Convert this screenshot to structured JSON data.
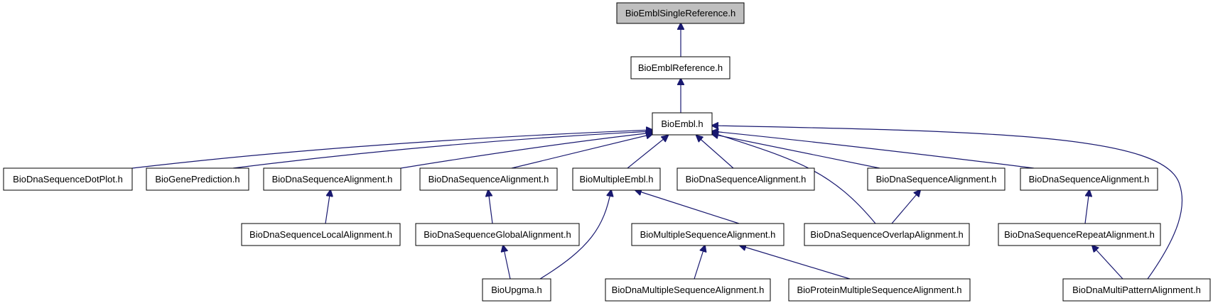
{
  "colors": {
    "edge": "#191970",
    "node_border": "#000000",
    "root_fill": "#bfbfbf",
    "node_fill": "#ffffff"
  },
  "nodes": {
    "root": {
      "label": "BioEmblSingleReference.h"
    },
    "reference": {
      "label": "BioEmblReference.h"
    },
    "embl": {
      "label": "BioEmbl.h"
    },
    "dotplot": {
      "label": "BioDnaSequenceDotPlot.h"
    },
    "geneprediction": {
      "label": "BioGenePrediction.h"
    },
    "align_local_parent": {
      "label": "BioDnaSequenceAlignment.h"
    },
    "align_global_parent": {
      "label": "BioDnaSequenceAlignment.h"
    },
    "multipleembl": {
      "label": "BioMultipleEmbl.h"
    },
    "align_plain": {
      "label": "BioDnaSequenceAlignment.h"
    },
    "align_overlap_parent": {
      "label": "BioDnaSequenceAlignment.h"
    },
    "align_repeat_parent": {
      "label": "BioDnaSequenceAlignment.h"
    },
    "localalignment": {
      "label": "BioDnaSequenceLocalAlignment.h"
    },
    "globalalignment": {
      "label": "BioDnaSequenceGlobalAlignment.h"
    },
    "multiplesequencealignment": {
      "label": "BioMultipleSequenceAlignment.h"
    },
    "overlapalignment": {
      "label": "BioDnaSequenceOverlapAlignment.h"
    },
    "repeatalignment": {
      "label": "BioDnaSequenceRepeatAlignment.h"
    },
    "upgma": {
      "label": "BioUpgma.h"
    },
    "dnamultiplesequencealignment": {
      "label": "BioDnaMultipleSequenceAlignment.h"
    },
    "proteinmultiplesequencealignment": {
      "label": "BioProteinMultipleSequenceAlignment.h"
    },
    "dnamultipatternalignment": {
      "label": "BioDnaMultiPatternAlignment.h"
    }
  }
}
